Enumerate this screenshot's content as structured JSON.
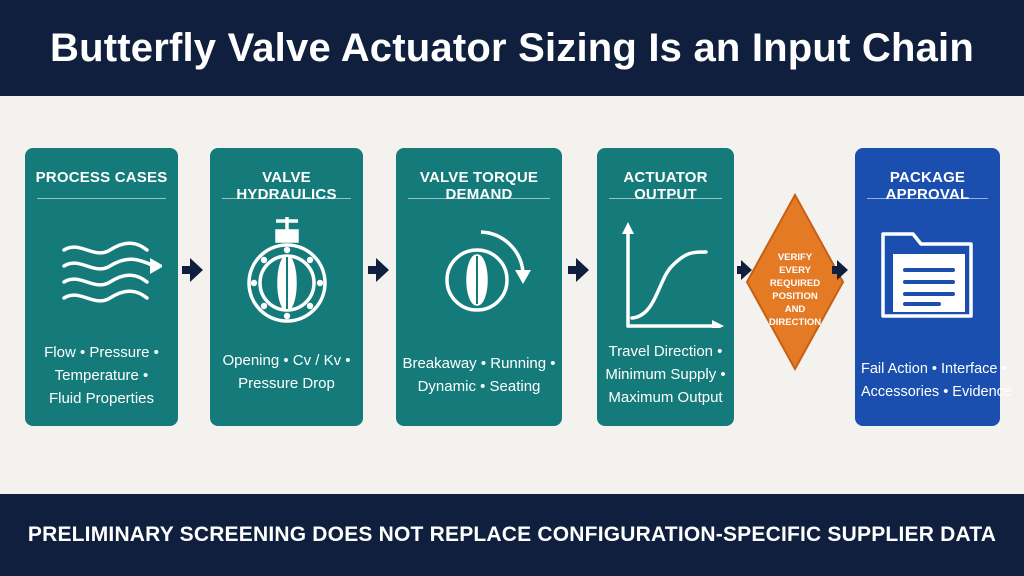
{
  "title": "Butterfly Valve Actuator Sizing Is an Input Chain",
  "footer": "PRELIMINARY SCREENING DOES NOT REPLACE CONFIGURATION-SPECIFIC SUPPLIER DATA",
  "colors": {
    "navy": "#0f1f3d",
    "teal": "#147b7a",
    "blue": "#1a4fb0",
    "orange": "#e57a25",
    "background": "#f3f2ee"
  },
  "steps": [
    {
      "title": "PROCESS CASES",
      "icon": "flow-waves-icon",
      "lines": [
        "Flow • Pressure •",
        "Temperature •",
        "Fluid Properties"
      ]
    },
    {
      "title": "VALVE HYDRAULICS",
      "icon": "butterfly-valve-icon",
      "lines": [
        "Opening • Cv / Kv •",
        "Pressure Drop"
      ]
    },
    {
      "title": "VALVE TORQUE DEMAND",
      "icon": "valve-torque-icon",
      "lines": [
        "Breakaway • Running •",
        "Dynamic • Seating"
      ]
    },
    {
      "title": "ACTUATOR OUTPUT",
      "icon": "output-curve-chart-icon",
      "lines": [
        "Travel Direction •",
        "Minimum Supply •",
        "Maximum Output"
      ]
    },
    {
      "title": "PACKAGE APPROVAL",
      "icon": "document-folder-icon",
      "lines": [
        "Fail Action • Interface •",
        "Accessories • Evidence"
      ]
    }
  ],
  "decision": {
    "lines": [
      "VERIFY",
      "EVERY",
      "REQUIRED",
      "POSITION",
      "AND",
      "DIRECTION"
    ]
  }
}
